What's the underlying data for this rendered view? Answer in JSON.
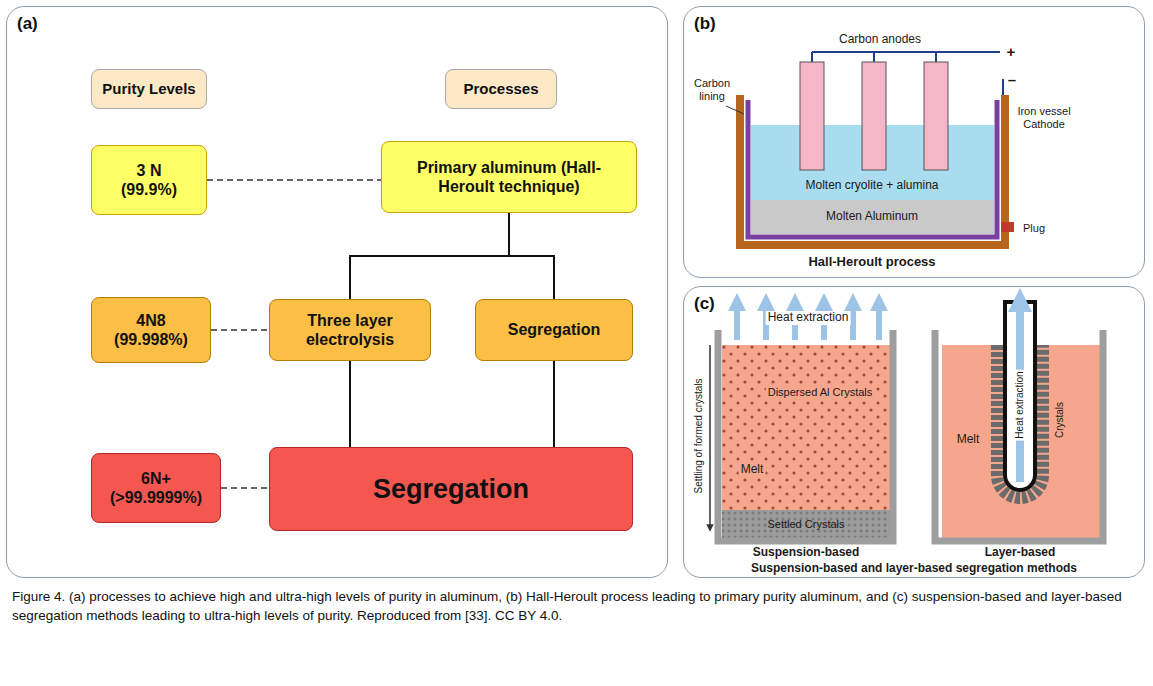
{
  "diagram": {
    "caption": "Figure 4. (a) processes to achieve high and ultra-high levels of purity in aluminum, (b) Hall-Heroult process leading to primary purity aluminum, and (c) suspension-based and layer-based segregation methods leading to ultra-high levels of purity. Reproduced from [33]. CC BY 4.0.",
    "nodes": [
      {
        "text": [
          "(a)"
        ]
      },
      {
        "text": [
          "Purity Levels"
        ],
        "in": 0
      },
      {
        "text": [
          "Processes"
        ],
        "in": 0
      },
      {
        "text": [
          "3 N (99.9%)"
        ],
        "in": 0
      },
      {
        "text": [
          "Primary aluminum (Hall-Heroult technique)"
        ],
        "in": 0
      },
      {
        "text": [
          "4N8 (99.998%)"
        ],
        "in": 0
      },
      {
        "text": [
          "Three layer electrolysis"
        ],
        "in": 0
      },
      {
        "text": [
          "Segregation"
        ],
        "in": 0
      },
      {
        "text": [
          "6N+ (>99.9999%)"
        ],
        "in": 0
      },
      {
        "text": [
          "Segregation"
        ],
        "in": 0
      },
      {
        "text": [
          "(b)"
        ]
      },
      {
        "text": [
          "(c)"
        ]
      }
    ],
    "edges": [
      {
        "from": 3,
        "to": 4,
        "arrow": "none"
      },
      {
        "from": 4,
        "to": 6,
        "arrow": "none"
      },
      {
        "from": 4,
        "to": 7,
        "arrow": "none"
      },
      {
        "from": 5,
        "to": 6,
        "arrow": "none"
      },
      {
        "from": 6,
        "to": 9,
        "arrow": "none"
      },
      {
        "from": 7,
        "to": 9,
        "arrow": "none"
      },
      {
        "from": 8,
        "to": 9,
        "arrow": "none"
      }
    ],
    "labels": [
      "Carbon anodes",
      "+",
      "–",
      "Carbon lining",
      "Iron vessel Cathode",
      "Molten cryolite + alumina",
      "Molten Aluminum",
      "Plug",
      "Hall-Heroult process",
      "Heat extraction",
      "Dispersed Al Crystals",
      "Settled Crystals",
      "Settling of formed crystals",
      "Melt",
      "Suspension-based",
      "Heat extraction",
      "Crystals",
      "Melt",
      "Layer-based",
      "Suspension-based and layer-based segregation methods"
    ]
  }
}
